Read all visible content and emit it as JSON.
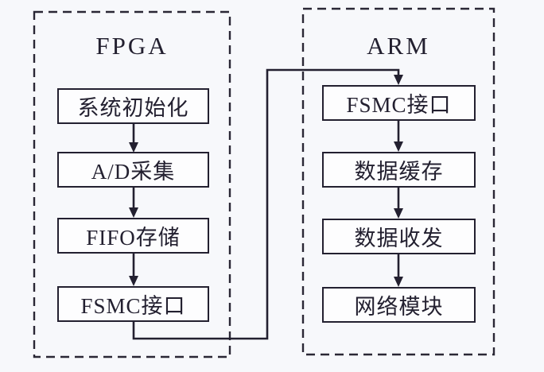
{
  "diagram": {
    "type": "flowchart",
    "groups": [
      {
        "id": "fpga",
        "title": "FPGA",
        "nodes": [
          "系统初始化",
          "A/D采集",
          "FIFO存储",
          "FSMC接口"
        ]
      },
      {
        "id": "arm",
        "title": "ARM",
        "nodes": [
          "FSMC接口",
          "数据缓存",
          "数据收发",
          "网络模块"
        ]
      }
    ],
    "connections": [
      {
        "from": "FPGA.系统初始化",
        "to": "FPGA.A/D采集"
      },
      {
        "from": "FPGA.A/D采集",
        "to": "FPGA.FIFO存储"
      },
      {
        "from": "FPGA.FIFO存储",
        "to": "FPGA.FSMC接口"
      },
      {
        "from": "FPGA.FSMC接口",
        "to": "ARM.FSMC接口"
      },
      {
        "from": "ARM.FSMC接口",
        "to": "ARM.数据缓存"
      },
      {
        "from": "ARM.数据缓存",
        "to": "ARM.数据收发"
      },
      {
        "from": "ARM.数据收发",
        "to": "ARM.网络模块"
      }
    ],
    "colors": {
      "line": "#232030",
      "box_fill": "#fdfdfe",
      "background": "#f7f8fb"
    }
  }
}
